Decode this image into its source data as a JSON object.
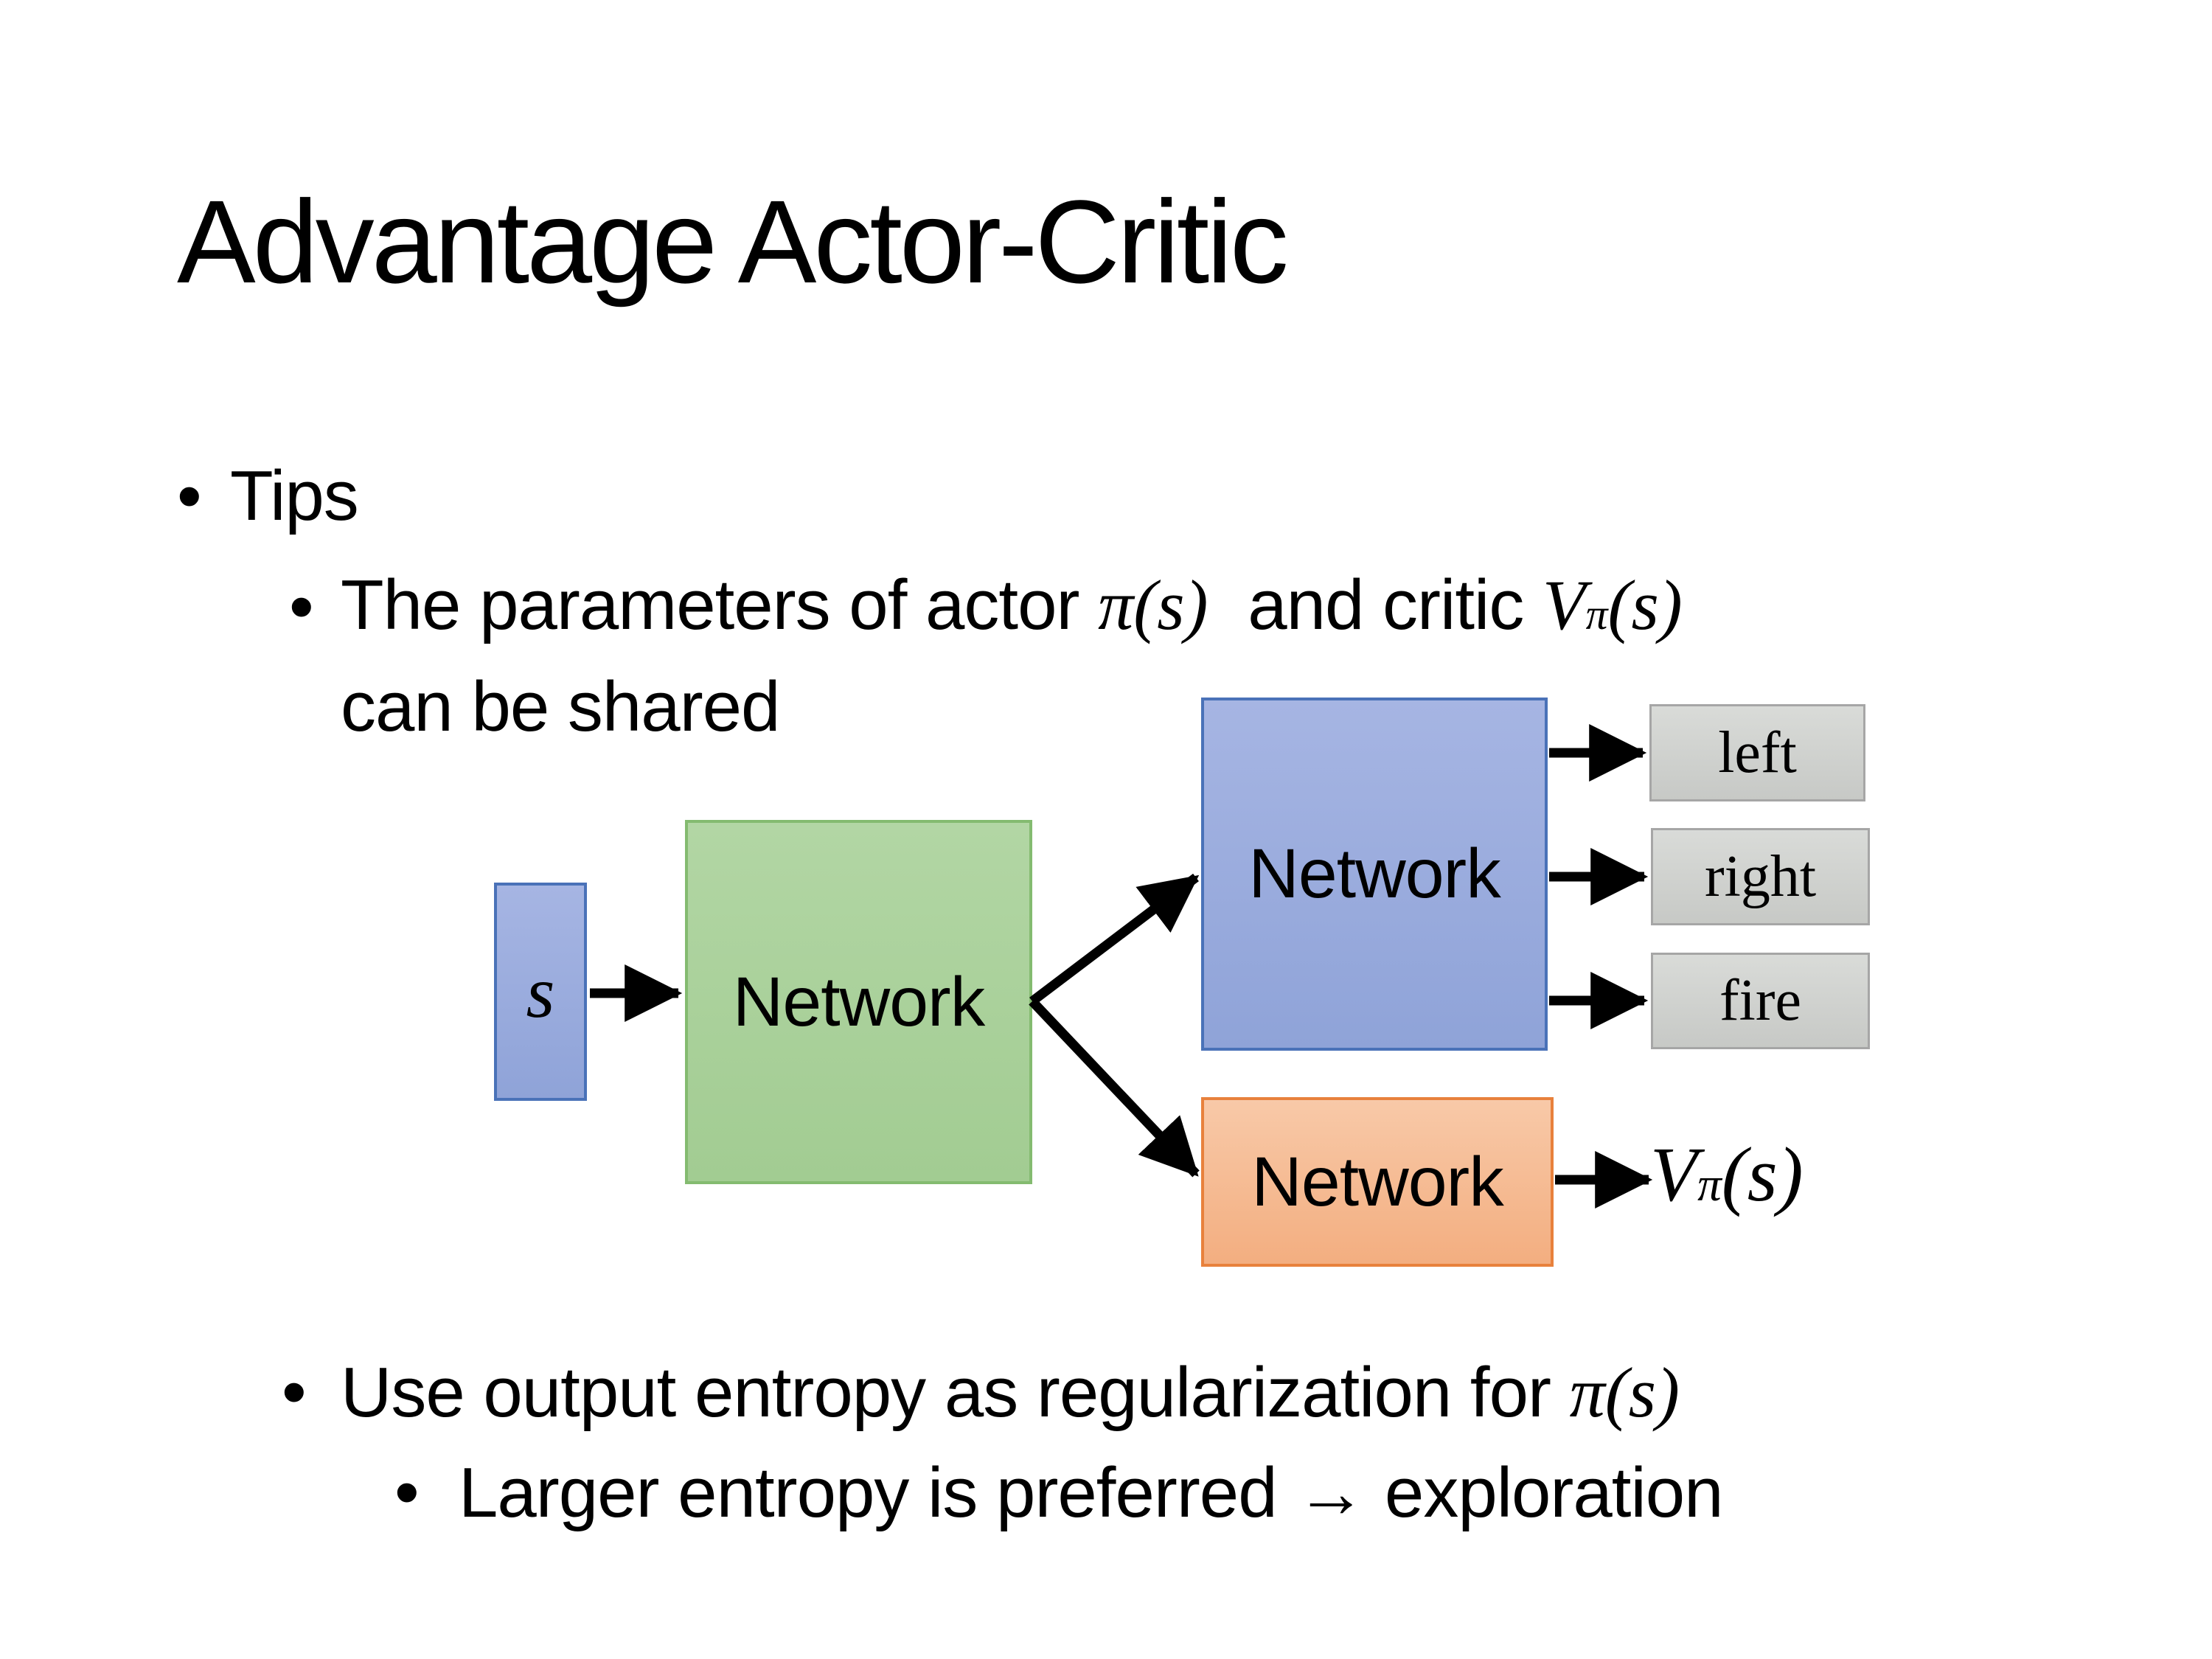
{
  "slide": {
    "title": "Advantage Actor-Critic",
    "bullet_char": "•",
    "tips": {
      "label": "Tips"
    },
    "param": {
      "text1": "The parameters of actor ",
      "actor_math": "π(s)",
      "text2": " and critic ",
      "critic_math": {
        "base": "V",
        "sup": "π",
        "args": "(s)"
      },
      "line2": "can be shared"
    },
    "entropy": {
      "text1": "Use output entropy as regularization for ",
      "actor_math": "π(s)"
    },
    "exploration": {
      "text": "Larger entropy is preferred → exploration"
    }
  },
  "diagram": {
    "state_label": "s",
    "shared_network_label": "Network",
    "actor_network_label": "Network",
    "critic_network_label": "Network",
    "actions": [
      "left",
      "right",
      "fire"
    ],
    "value_math": {
      "base": "V",
      "sup": "π",
      "args": "(s)"
    },
    "colors": {
      "text-color": "#000000",
      "arrow-color": "#000000",
      "blue-fill-top": "#a6b5e3",
      "blue-fill-bottom": "#8fa3d8",
      "blue-border": "#4a72b8",
      "green-fill-top": "#b2d6a4",
      "green-fill-bottom": "#a2cc92",
      "green-border": "#84bb70",
      "orange-fill-top": "#f8c9a8",
      "orange-fill-bottom": "#f3ae80",
      "orange-border": "#e8813c",
      "gray-fill-top": "#d9dbd8",
      "gray-fill-bottom": "#c7c9c6",
      "gray-border": "#a6a6a6"
    }
  }
}
